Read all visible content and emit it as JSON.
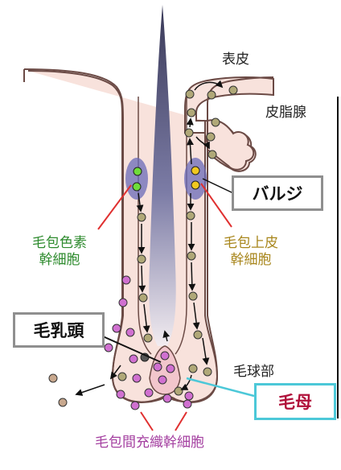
{
  "labels": {
    "epidermis": "表皮",
    "sebaceous_gland": "皮脂腺",
    "bulge": "バルジ",
    "melanocyte_stem_cell_line1": "毛包色素",
    "melanocyte_stem_cell_line2": "幹細胞",
    "epithelial_stem_cell_line1": "毛包上皮",
    "epithelial_stem_cell_line2": "幹細胞",
    "dermal_papilla": "毛乳頭",
    "hair_bulb": "毛球部",
    "hair_matrix": "毛母",
    "mesenchymal_stem_cell": "毛包間充織幹細胞"
  },
  "colors": {
    "follicle_fill": "#f8e2dc",
    "follicle_outline": "#6b4a45",
    "hair_shaft": "#4a4a6a",
    "bulge_region": "#6a6ab8",
    "melanocyte_stem_cell": "#2e8b2e",
    "epithelial_stem_cell": "#c8a020",
    "progeny_cell": "#b0a878",
    "mesenchymal_cell": "#d070d0",
    "dermal_papilla_cell": "#555555",
    "pointer_red": "#e03030",
    "pointer_cyan": "#4cc8d8",
    "pointer_black": "#111111"
  }
}
